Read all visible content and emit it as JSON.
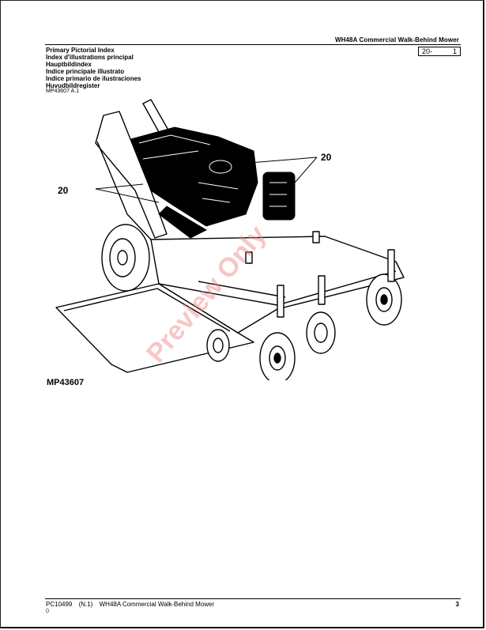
{
  "header": {
    "title": "WH48A Commercial Walk-Behind Mower",
    "section_ref": "20-",
    "page_ref": "1"
  },
  "index_titles": [
    "Primary Pictorial Index",
    "Index d'illustrations principal",
    "Hauptbildindex",
    "Indice principale illustrato",
    "Indice primario de ilustraciones",
    "Huvudbildregister"
  ],
  "figure": {
    "ref_code": "MP43607 A.1",
    "callout_right": "20",
    "callout_left": "20",
    "watermark": "Preview Only",
    "caption": "MP43607"
  },
  "footer": {
    "doc_code": "PC10499",
    "revision": "(N.1)",
    "doc_title": "WH48A Commercial Walk-Behind Mower",
    "page_number": "3",
    "sub": "()"
  }
}
